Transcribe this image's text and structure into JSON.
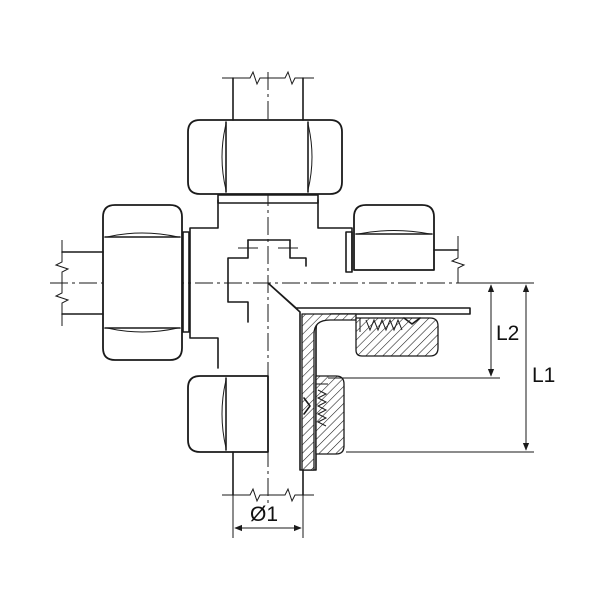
{
  "dimensions": {
    "diameter_label": "Ø1",
    "length1_label": "L1",
    "length2_label": "L2"
  }
}
